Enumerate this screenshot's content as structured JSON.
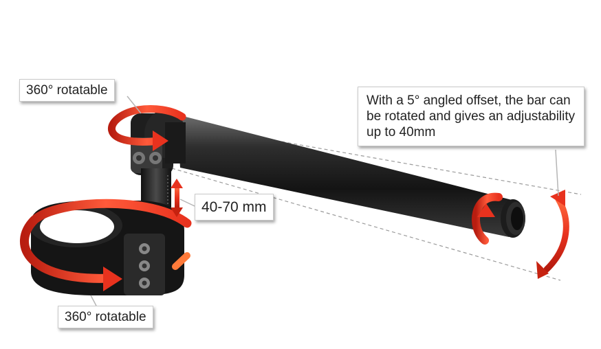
{
  "labels": {
    "top_rotation": "360° rotatable",
    "height_range": "40-70 mm",
    "bottom_rotation": "360° rotatable",
    "offset_note": "With a 5° angled offset, the bar can be rotated and gives an adjustability up to 40mm"
  },
  "colors": {
    "arrow_red": "#e8321e",
    "bar_black": "#1a1a1a",
    "background": "#ffffff"
  }
}
